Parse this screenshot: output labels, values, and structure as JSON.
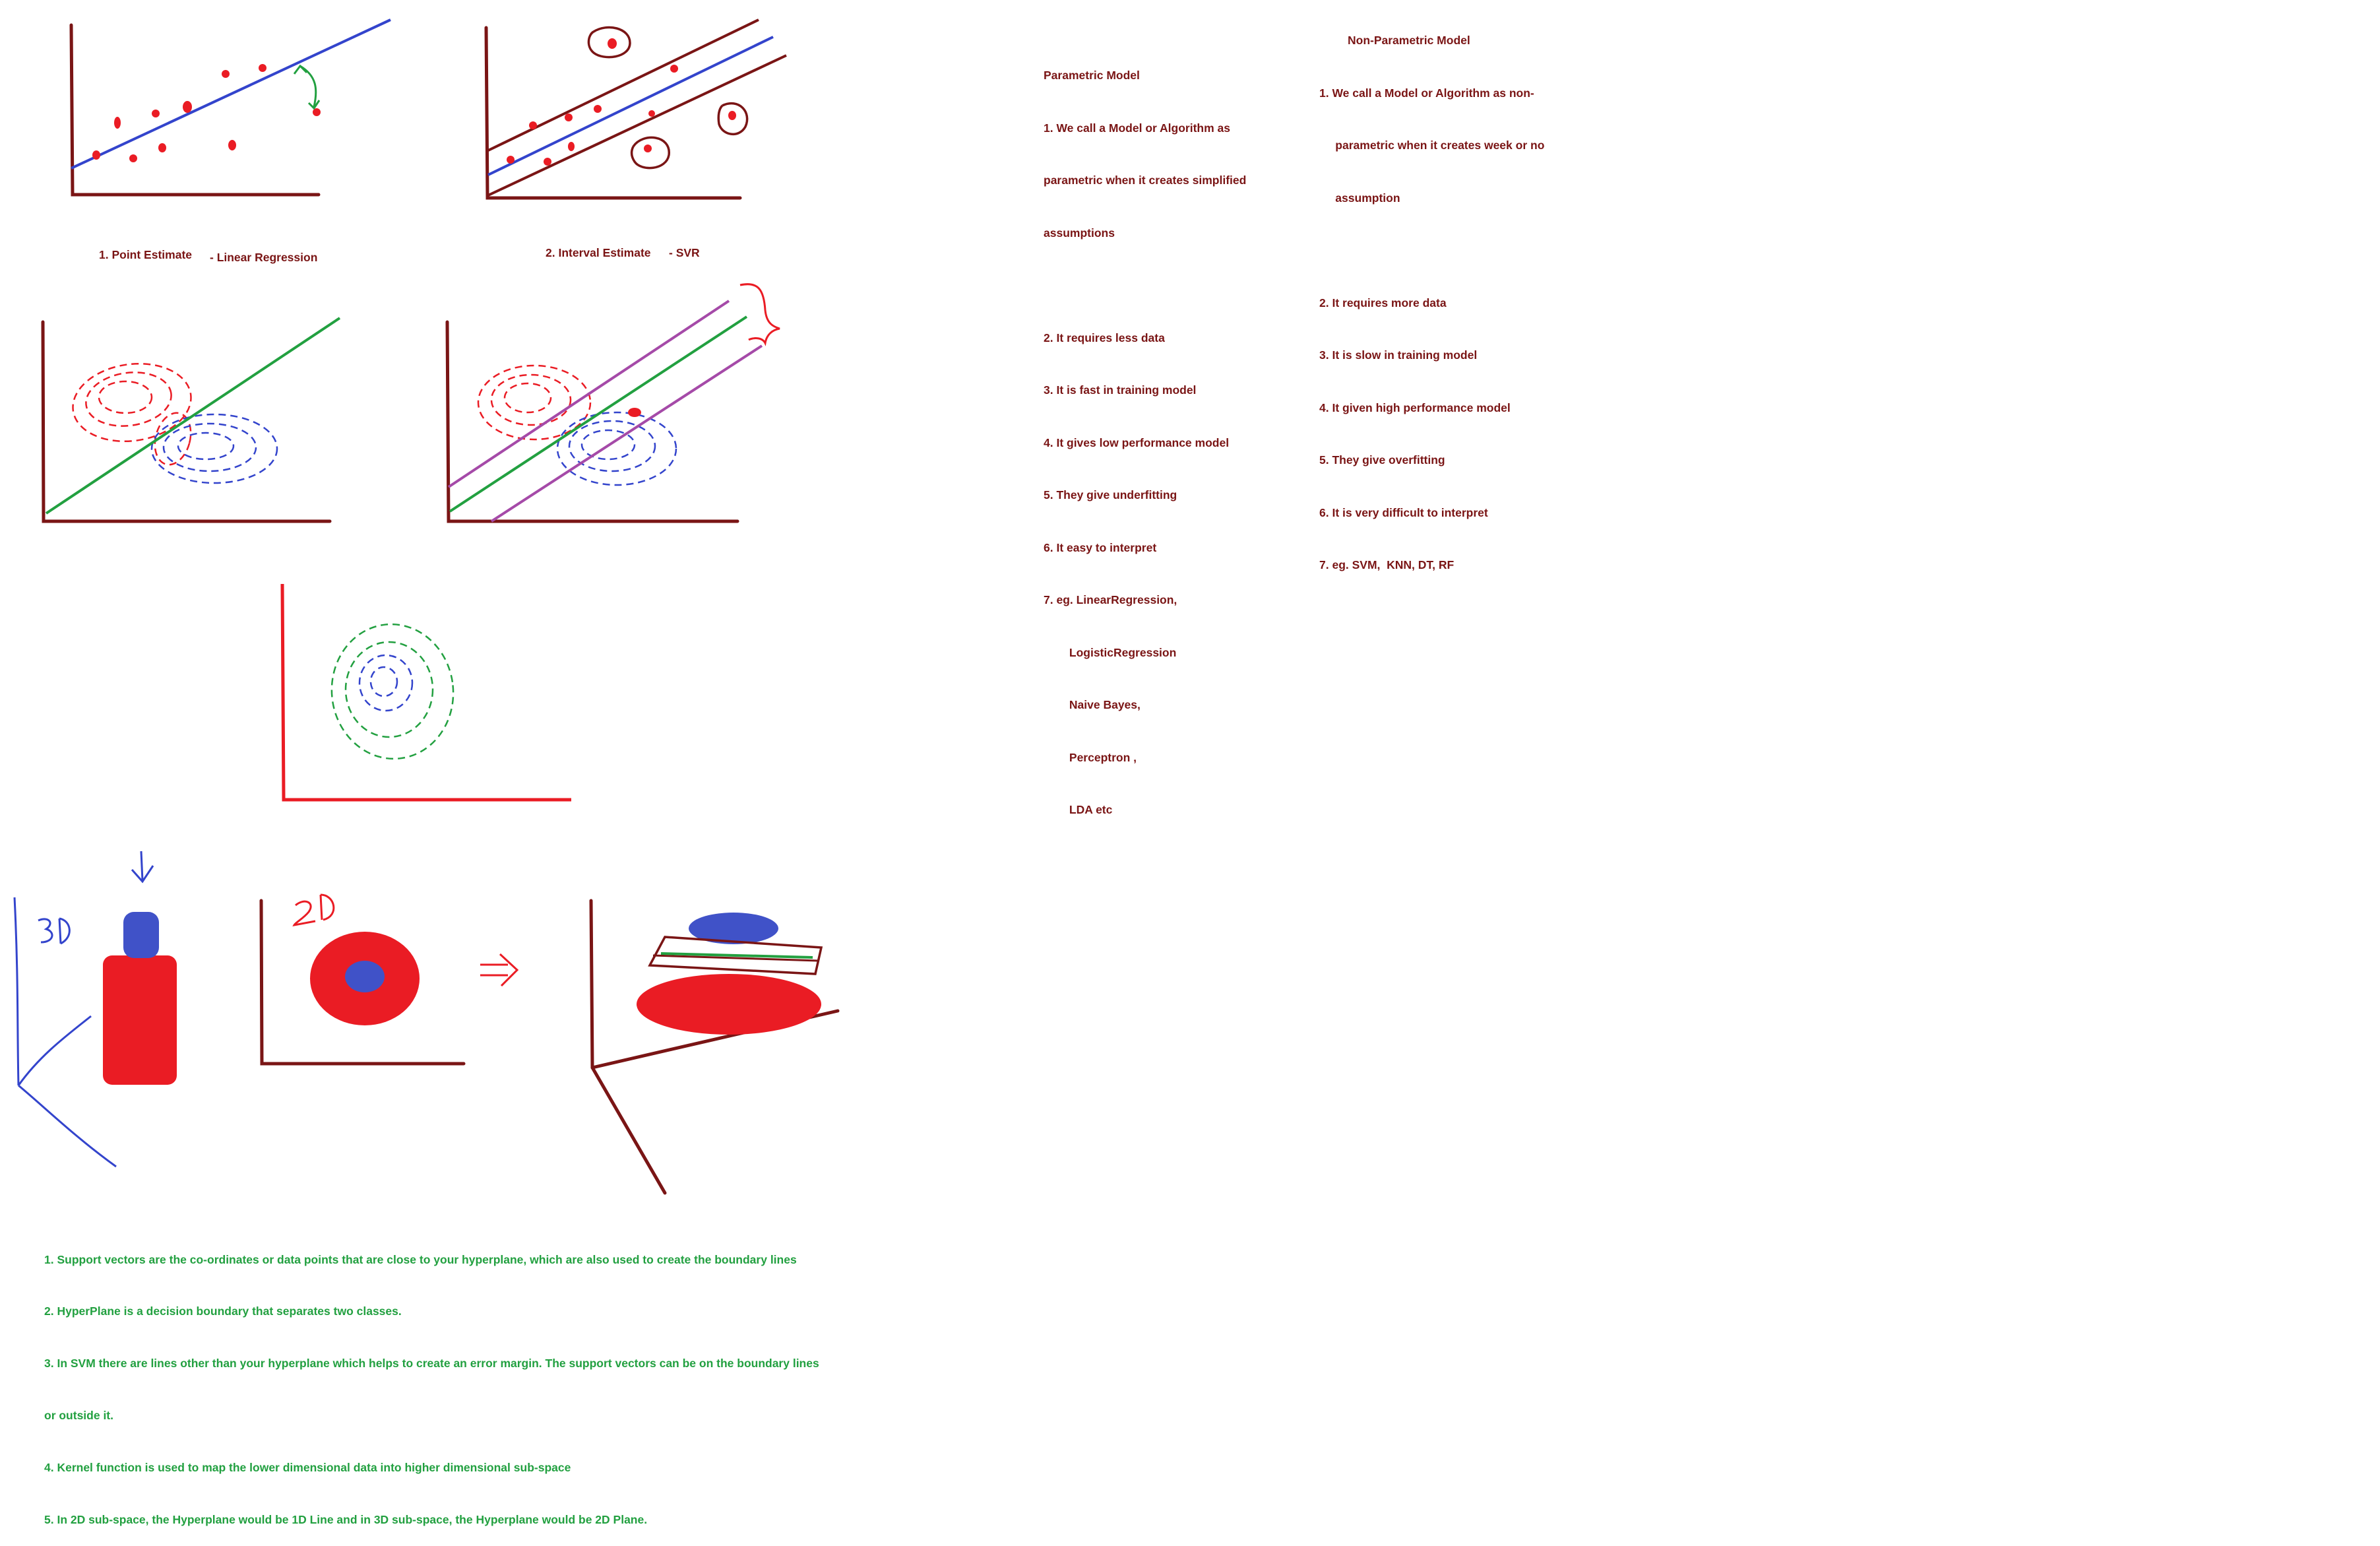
{
  "captions": {
    "point_estimate": "1. Point Estimate",
    "linear_regression": "- Linear Regression",
    "interval_estimate": "2. Interval Estimate",
    "svr": "- SVR"
  },
  "handwriting": {
    "label_3d": "3D",
    "label_2d": "2D",
    "arrow": "=>"
  },
  "parametric": {
    "title": "Parametric Model",
    "items": [
      "1. We call a Model or Algorithm as",
      "parametric when it creates simplified",
      "assumptions",
      "",
      "2. It requires less data",
      "3. It is fast in training model",
      "4. It gives low performance model",
      "5. They give underfitting",
      "6. It easy to interpret",
      "7. eg. LinearRegression,",
      "        LogisticRegression",
      "        Naive Bayes,",
      "        Perceptron ,",
      "        LDA etc"
    ]
  },
  "non_parametric": {
    "title": "Non-Parametric Model",
    "items": [
      "1. We call a Model or Algorithm as non-",
      "     parametric when it creates week or no",
      "     assumption",
      "",
      "2. It requires more data",
      "3. It is slow in training model",
      "4. It given high performance model",
      "5. They give overfitting",
      "6. It is very difficult to interpret",
      "7. eg. SVM,  KNN, DT, RF"
    ]
  },
  "notes": [
    "1. Support vectors are the co-ordinates or data points that are close to your hyperplane, which are also used to create the boundary lines",
    "2. HyperPlane is a decision boundary that separates two classes.",
    "3. In SVM there are lines other than your hyperplane which helps to create an error margin. The support vectors can be on the boundary lines",
    "or outside it.",
    "4. Kernel function is used to map the lower dimensional data into higher dimensional sub-space",
    "5. In 2D sub-space, the Hyperplane would be 1D Line and in 3D sub-space, the Hyperplane would be 2D Plane."
  ],
  "colors": {
    "axis_dark_red": "#7a1515",
    "data_red": "#ea1c24",
    "regression_blue": "#3344cc",
    "hyperplane_green": "#22a040",
    "margin_purple": "#a54aa8",
    "shape_blue": "#4052c8"
  }
}
